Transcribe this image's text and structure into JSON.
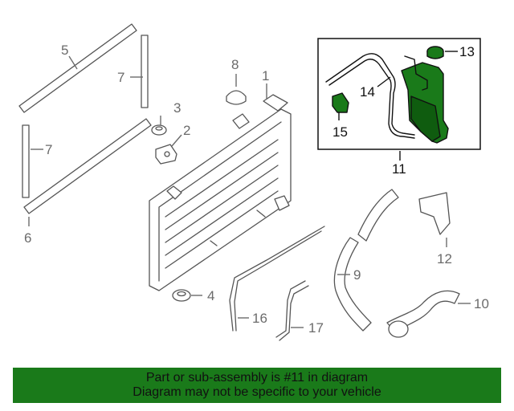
{
  "colors": {
    "highlight": "#1a7a1a",
    "highlight_dark": "#0f5c0f",
    "banner_bg": "#1a7a1a",
    "outline": "#555555",
    "callout_text": "#6b6b6b"
  },
  "callouts": {
    "c1": "1",
    "c2": "2",
    "c3": "3",
    "c4": "4",
    "c5": "5",
    "c6": "6",
    "c7a": "7",
    "c7b": "7",
    "c8": "8",
    "c9": "9",
    "c10": "10",
    "c11": "11",
    "c12": "12",
    "c13": "13",
    "c14": "14",
    "c15": "15",
    "c16": "16",
    "c17": "17"
  },
  "banner": {
    "line1": "Part or sub-assembly is #11 in diagram",
    "line2": "Diagram may not be specific to your vehicle"
  }
}
